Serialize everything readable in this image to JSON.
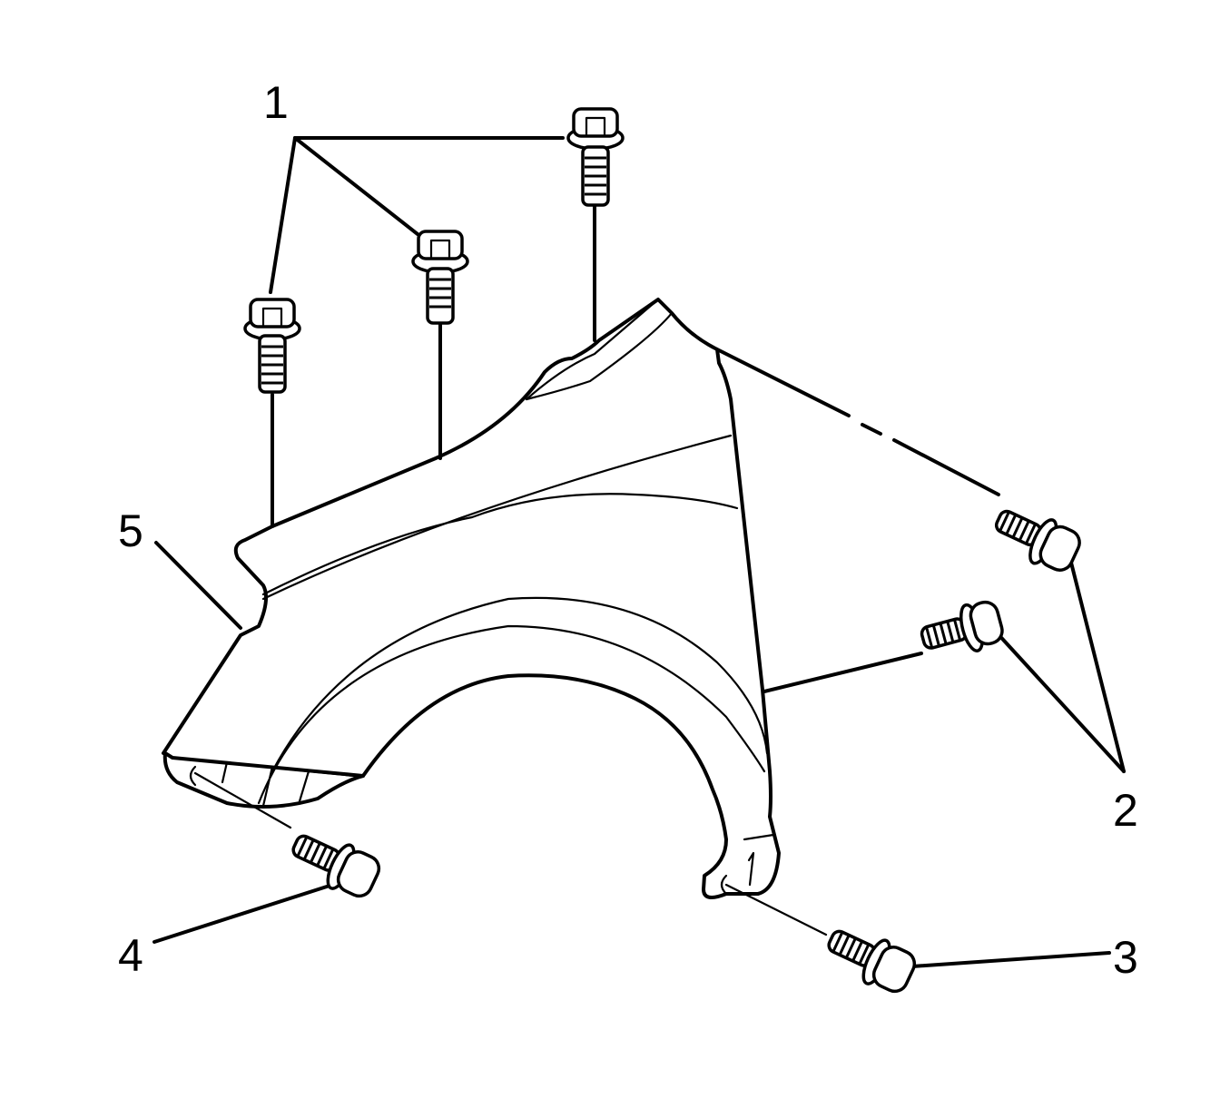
{
  "diagram": {
    "type": "exploded-view",
    "subject": "front fender with fasteners",
    "callouts": [
      {
        "id": "1",
        "label": "1",
        "refers_to": "upper fender bolts (3)"
      },
      {
        "id": "2",
        "label": "2",
        "refers_to": "rear fender bolts (2)"
      },
      {
        "id": "3",
        "label": "3",
        "refers_to": "lower rear fender bolt"
      },
      {
        "id": "4",
        "label": "4",
        "refers_to": "lower front fender bolt"
      },
      {
        "id": "5",
        "label": "5",
        "refers_to": "fender panel"
      }
    ],
    "colors": {
      "line": "#000000",
      "background": "#ffffff"
    }
  }
}
